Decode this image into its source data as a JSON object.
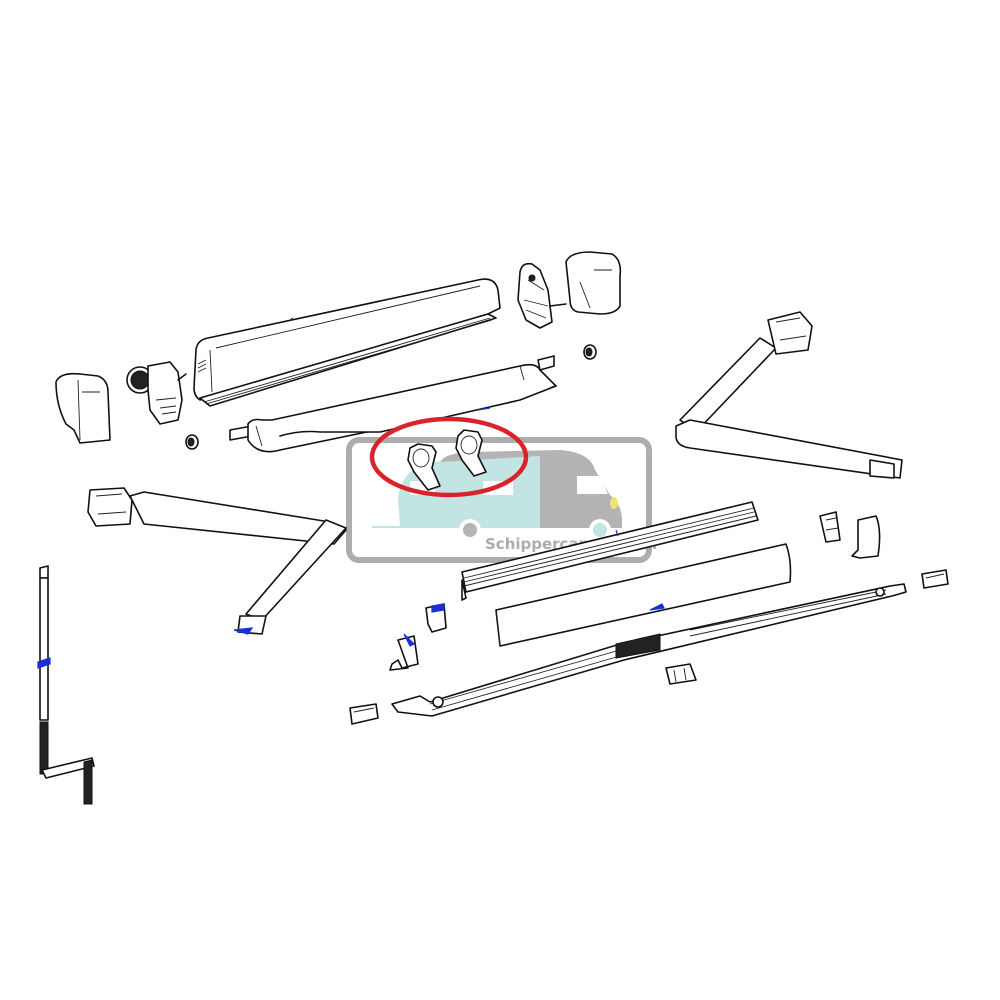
{
  "diagram": {
    "type": "exploded-parts-view",
    "subject": "caravan awning assembly",
    "background_color": "#ffffff",
    "line_color": "#111111",
    "marker_color": "#1a2fd6",
    "parts": [
      {
        "id": "left-end-cap",
        "label": "left end cap"
      },
      {
        "id": "left-gearbox",
        "label": "left gearbox / winding mechanism"
      },
      {
        "id": "left-bushing",
        "label": "left bushing"
      },
      {
        "id": "cassette-housing",
        "label": "cassette housing"
      },
      {
        "id": "roller-tube-fabric",
        "label": "roller tube with fabric"
      },
      {
        "id": "right-gearbox",
        "label": "right end plate"
      },
      {
        "id": "right-end-cap",
        "label": "right end cap"
      },
      {
        "id": "right-bushing",
        "label": "right bushing"
      },
      {
        "id": "fabric-clips",
        "label": "fabric clips (highlighted)"
      },
      {
        "id": "right-arm",
        "label": "right folding arm"
      },
      {
        "id": "left-arm",
        "label": "left folding arm"
      },
      {
        "id": "crank-handle",
        "label": "crank handle"
      },
      {
        "id": "front-rail",
        "label": "front profile rail"
      },
      {
        "id": "front-cover",
        "label": "front cover profile"
      },
      {
        "id": "lead-bar",
        "label": "telescopic lead bar"
      },
      {
        "id": "small-bracket-left",
        "label": "small bracket"
      },
      {
        "id": "end-plate-left",
        "label": "lead bar end plate"
      },
      {
        "id": "clip-left",
        "label": "end clip"
      },
      {
        "id": "center-clip",
        "label": "center clip"
      },
      {
        "id": "small-bracket-right",
        "label": "small bracket right"
      },
      {
        "id": "end-plate-right",
        "label": "end plate right"
      },
      {
        "id": "clip-right",
        "label": "end clip right"
      }
    ],
    "highlight": {
      "shape": "ellipse",
      "color": "#d8232a",
      "target": "fabric-clips"
    }
  },
  "watermark": {
    "text": "Schippercaravans.nl",
    "frame_color": "#a9a9a9",
    "caravan_color": "#bfe3e1",
    "vehicle_color": "#b0b0b0",
    "headlight_color": "#f3e36a"
  }
}
